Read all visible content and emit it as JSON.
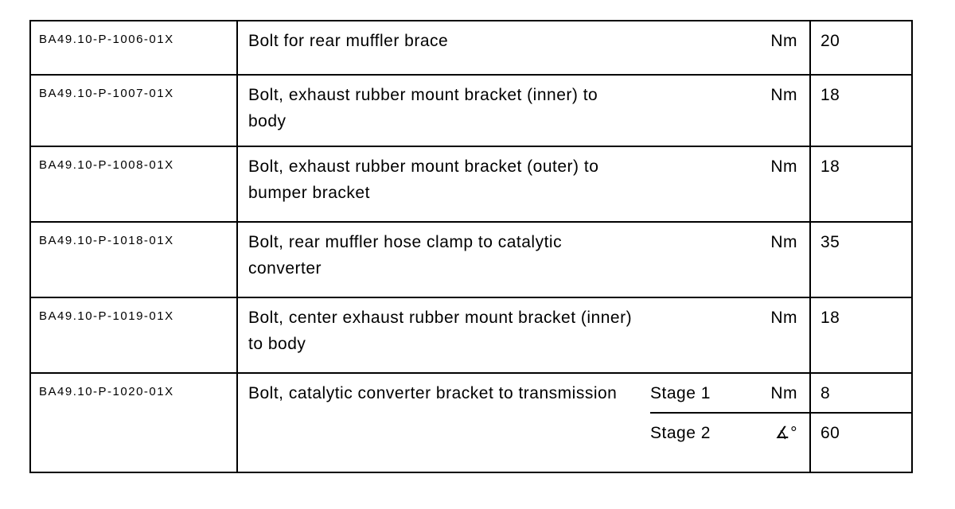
{
  "table": {
    "colors": {
      "border": "#000000",
      "text": "#000000",
      "background": "#ffffff"
    },
    "rows": [
      {
        "doc_number": "BA49.10-P-1006-01X",
        "description": "Bolt for rear muffler brace",
        "unit": "Nm",
        "value": "20"
      },
      {
        "doc_number": "BA49.10-P-1007-01X",
        "description": "Bolt, exhaust rubber mount bracket (inner) to\nbody",
        "unit": "Nm",
        "value": "18"
      },
      {
        "doc_number": "BA49.10-P-1008-01X",
        "description": "Bolt, exhaust rubber mount bracket (outer) to\nbumper bracket",
        "unit": "Nm",
        "value": "18"
      },
      {
        "doc_number": "BA49.10-P-1018-01X",
        "description": "Bolt, rear muffler hose clamp to catalytic\nconverter",
        "unit": "Nm",
        "value": "35"
      },
      {
        "doc_number": "BA49.10-P-1019-01X",
        "description": "Bolt, center exhaust rubber mount bracket (inner)\nto body",
        "unit": "Nm",
        "value": "18"
      },
      {
        "doc_number": "BA49.10-P-1020-01X",
        "description": "Bolt, catalytic converter bracket to transmission",
        "stages": [
          {
            "label": "Stage 1",
            "unit": "Nm",
            "value": "8"
          },
          {
            "label": "Stage 2",
            "unit": "∡°",
            "value": "60"
          }
        ]
      }
    ]
  }
}
